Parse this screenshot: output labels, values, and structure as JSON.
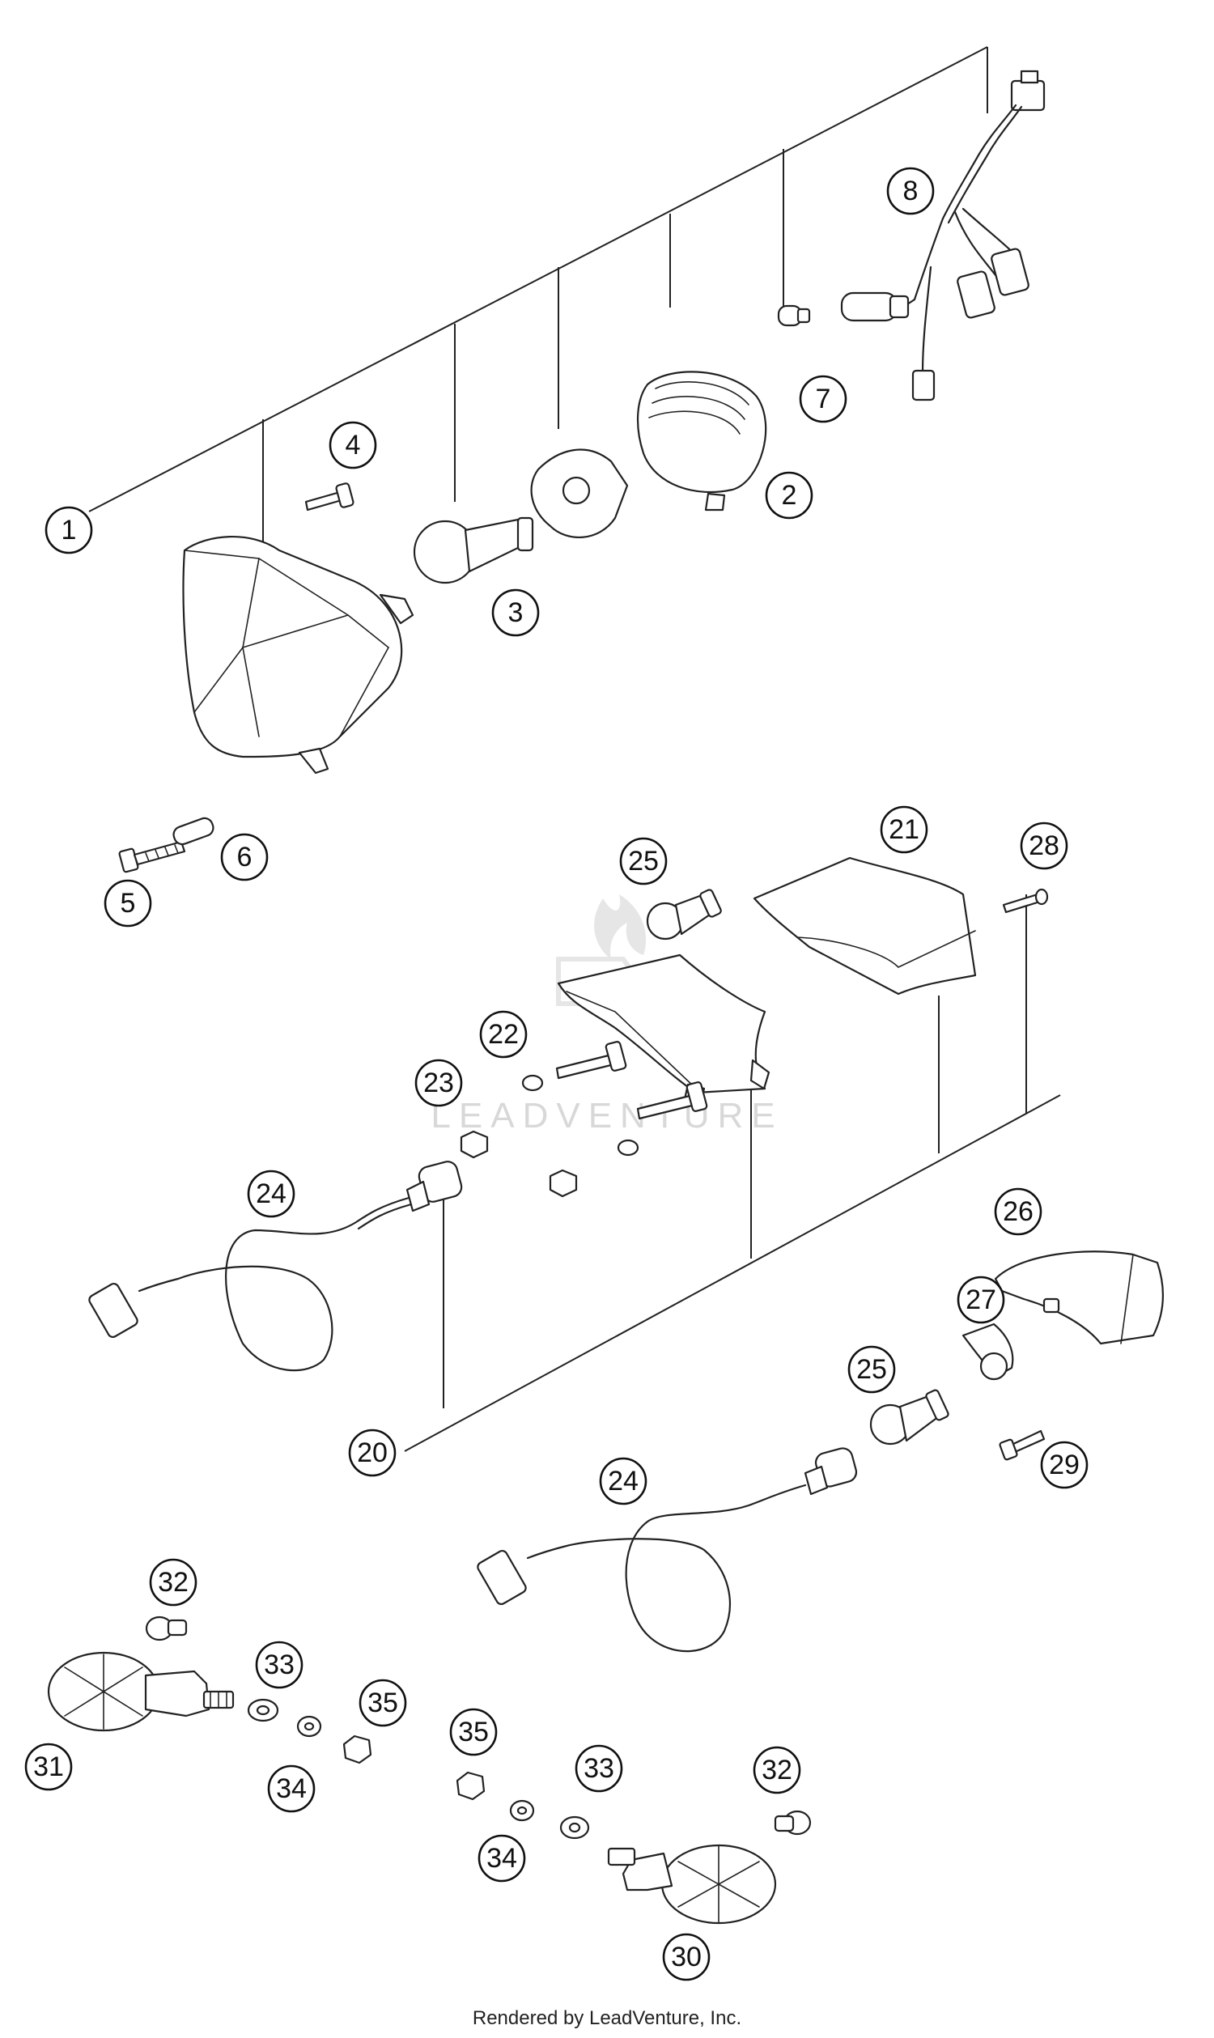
{
  "callouts": [
    {
      "id": "c1",
      "label": "1"
    },
    {
      "id": "c2",
      "label": "2"
    },
    {
      "id": "c3",
      "label": "3"
    },
    {
      "id": "c4",
      "label": "4"
    },
    {
      "id": "c5",
      "label": "5"
    },
    {
      "id": "c6",
      "label": "6"
    },
    {
      "id": "c7",
      "label": "7"
    },
    {
      "id": "c8",
      "label": "8"
    },
    {
      "id": "c20",
      "label": "20"
    },
    {
      "id": "c21",
      "label": "21"
    },
    {
      "id": "c22",
      "label": "22"
    },
    {
      "id": "c23",
      "label": "23"
    },
    {
      "id": "c24a",
      "label": "24"
    },
    {
      "id": "c24b",
      "label": "24"
    },
    {
      "id": "c25a",
      "label": "25"
    },
    {
      "id": "c25b",
      "label": "25"
    },
    {
      "id": "c26",
      "label": "26"
    },
    {
      "id": "c27",
      "label": "27"
    },
    {
      "id": "c28",
      "label": "28"
    },
    {
      "id": "c29",
      "label": "29"
    },
    {
      "id": "c30",
      "label": "30"
    },
    {
      "id": "c31",
      "label": "31"
    },
    {
      "id": "c32a",
      "label": "32"
    },
    {
      "id": "c32b",
      "label": "32"
    },
    {
      "id": "c33a",
      "label": "33"
    },
    {
      "id": "c33b",
      "label": "33"
    },
    {
      "id": "c34a",
      "label": "34"
    },
    {
      "id": "c34b",
      "label": "34"
    },
    {
      "id": "c35a",
      "label": "35"
    },
    {
      "id": "c35b",
      "label": "35"
    }
  ],
  "watermark": "LEADVENTURE",
  "footer": "Rendered by LeadVenture, Inc."
}
